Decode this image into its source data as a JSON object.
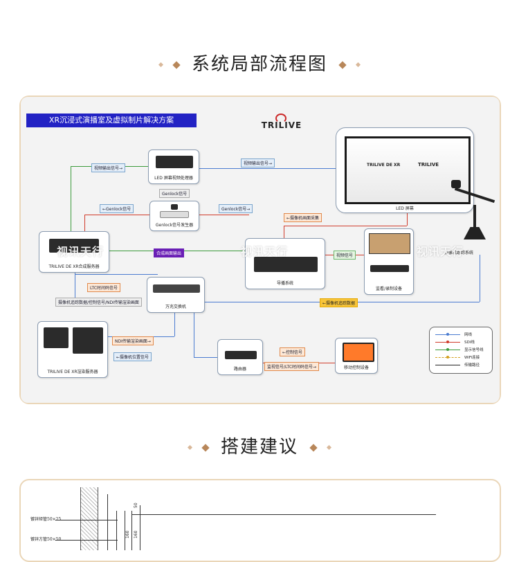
{
  "sections": {
    "flow_title": "系统局部流程图",
    "build_title": "搭建建议"
  },
  "diagram": {
    "header": "XR沉浸式演播室及虚拟制片解决方案",
    "logo": "TRILIVE",
    "watermark": "视讯天行",
    "nodes": {
      "led_processor": "LED 屏幕视频处理器",
      "genlock_gen": "Genlock信号发生器",
      "xr_server": "TRILIVE DE XR合成服务器",
      "switcher": "导播系统",
      "monitor": "监看/录制设备",
      "gigabit_switch": "万兆交换机",
      "render_server": "TRILIVE DE XR渲染服务器",
      "router": "路由器",
      "mobile": "移动控制设备",
      "led_screen": "LED 屏幕",
      "led_screen_brand": "TRILIVE DE XR",
      "tracking": "摄像机跟踪系统"
    },
    "tags": {
      "video_out_left": "视频输出信号→",
      "video_out_top": "视频输出信号→",
      "genlock_1": "Genlock信号",
      "genlock_2": "←Genlock信号",
      "genlock_3": "Genlock信号→",
      "camera_capture": "←摄像机画面采集",
      "composite_out": "合成画面输出",
      "video_signal": "视频信号",
      "ltc": "LTC时间码信号",
      "tracking_data_row": "摄像机追踪数据/控制信号/NDI传输渲染画面",
      "tracking_data": "←摄像机追踪数据",
      "ndi_render": "NDI传输渲染画面→",
      "camera_pos": "←摄像机位置信号",
      "control": "←控制信号",
      "monitor_ltc": "监视信号/LTC时间码信号→"
    },
    "legend": [
      {
        "label": "网线",
        "color": "#4a7bd0"
      },
      {
        "label": "SDI线",
        "color": "#d03a2a"
      },
      {
        "label": "显示信号线",
        "color": "#3a9a3a"
      },
      {
        "label": "WiFi连接",
        "color": "#d4a020"
      },
      {
        "label": "传输路径",
        "color": "#222222"
      }
    ]
  },
  "drawing": {
    "labels": [
      "镀锌矩管50×25",
      "镀锌方管50×50"
    ],
    "dims": [
      "50",
      "160",
      "160"
    ]
  }
}
